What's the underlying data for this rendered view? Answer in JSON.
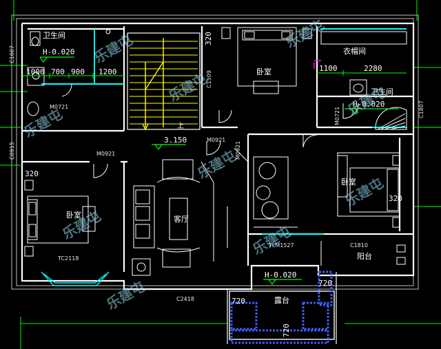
{
  "rooms": {
    "bathroom_left": "卫生间",
    "cloakroom": "衣帽间",
    "bedroom_top": "卧室",
    "bathroom_right": "卫生间",
    "bedroom_left": "卧室",
    "bedroom_right": "卧室",
    "living_room": "客厅",
    "balcony": "阳台",
    "terrace": "露台"
  },
  "levels": {
    "bathroom_left": "H-0.020",
    "bathroom_right": "H-0.020",
    "terrace": "H-0.020",
    "hall": "3.150"
  },
  "doors": {
    "m0721_left": "M0721",
    "m0921_left": "M0921",
    "m0921_mid": "M0921",
    "m0921_vert": "M0921",
    "m0721_right": "M0721",
    "tlm1527": "TLM1527"
  },
  "windows": {
    "c1509": "C1509",
    "c0915": "C0915",
    "c1607": "C1607",
    "c1807": "C1807",
    "tc2118": "TC2118",
    "c1810": "C1810",
    "c2418": "C2418"
  },
  "dims": {
    "d1000": "1000",
    "d700": "700",
    "d900": "900",
    "d1200": "1200",
    "d320_top": "320",
    "d320_left": "320",
    "d320_right": "320",
    "d1100": "1100",
    "d2280": "2280",
    "d720_a": "720",
    "d720_b": "720",
    "d720_c": "720"
  },
  "misc": {
    "stair_up": "上"
  },
  "watermark": "乐建屯",
  "colors": {
    "wall": "#ffffff",
    "line": "#00ff00",
    "cyan": "#00ffff",
    "yellow": "#ffff00",
    "blue": "#3b5cff",
    "grey": "#c8c8c8",
    "magenta": "#ff00ff"
  }
}
